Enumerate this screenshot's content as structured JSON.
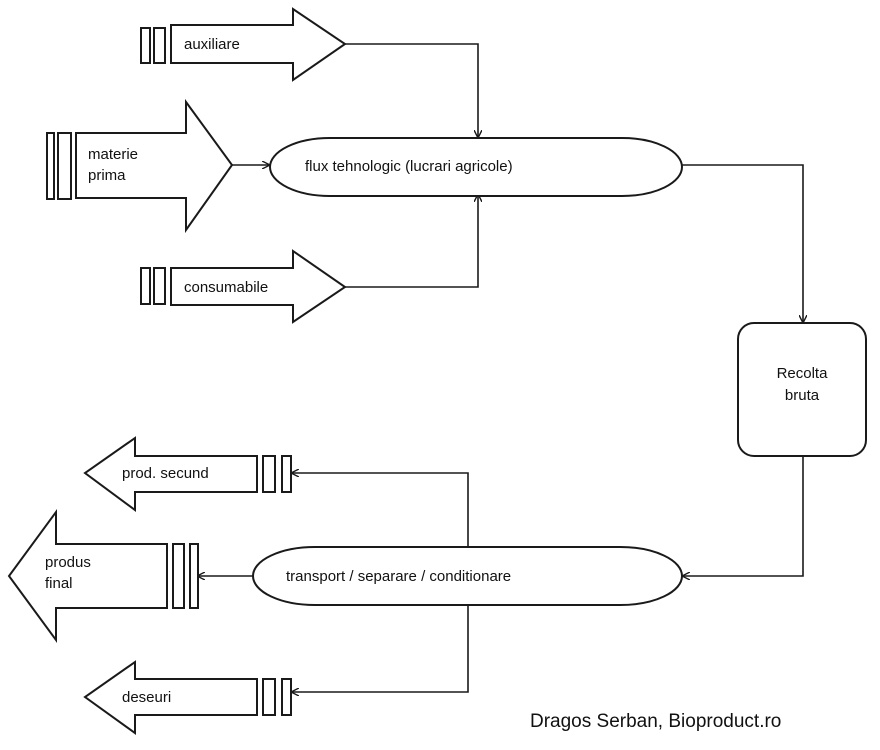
{
  "diagram": {
    "inputs": [
      {
        "id": "auxiliare",
        "label_lines": [
          "auxiliare"
        ]
      },
      {
        "id": "materie-prima",
        "label_lines": [
          "materie",
          "prima"
        ]
      },
      {
        "id": "consumabile",
        "label_lines": [
          "consumabile"
        ]
      }
    ],
    "process_1": {
      "label": "flux tehnologic (lucrari agricole)"
    },
    "intermediate": {
      "label_lines": [
        "Recolta",
        "bruta"
      ]
    },
    "process_2": {
      "label": "transport / separare / conditionare"
    },
    "outputs": [
      {
        "id": "prod-secund",
        "label_lines": [
          "prod. secund"
        ]
      },
      {
        "id": "produs-final",
        "label_lines": [
          "produs",
          "final"
        ]
      },
      {
        "id": "deseuri",
        "label_lines": [
          "deseuri"
        ]
      }
    ],
    "credit": "Dragos Serban, Bioproduct.ro"
  }
}
